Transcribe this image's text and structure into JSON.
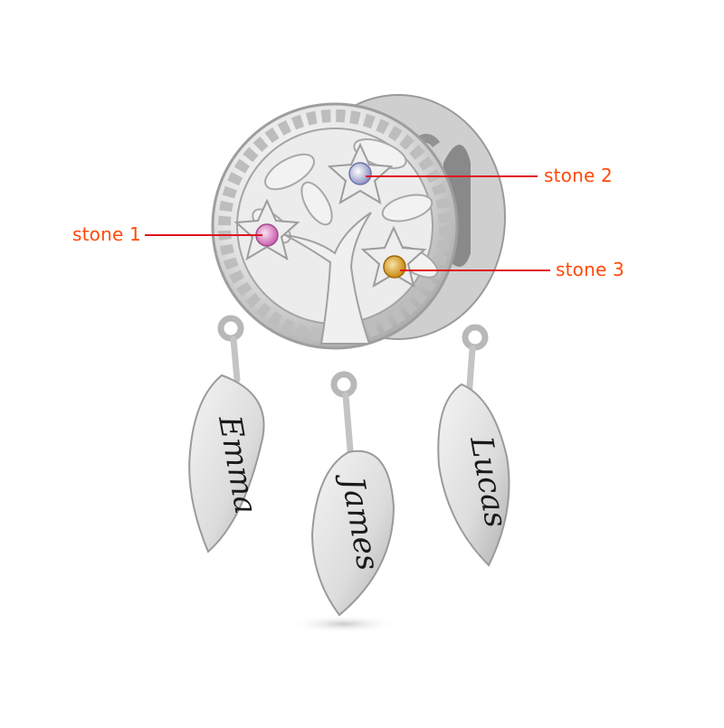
{
  "product": {
    "description": "Silver dreamcatcher charm with tree of life and three engraved leaf pendants",
    "metal_color": "#d9d9d9"
  },
  "callouts": [
    {
      "label": "stone 1",
      "color": "#e07cc8",
      "side": "left"
    },
    {
      "label": "stone 2",
      "color": "#c8ccec",
      "side": "right"
    },
    {
      "label": "stone 3",
      "color": "#e0a020",
      "side": "right"
    }
  ],
  "engravings": [
    {
      "name": "Emma"
    },
    {
      "name": "James"
    },
    {
      "name": "Lucas"
    }
  ],
  "colors": {
    "label_text": "#ff4a0a",
    "leader_line": "#e0141e"
  }
}
